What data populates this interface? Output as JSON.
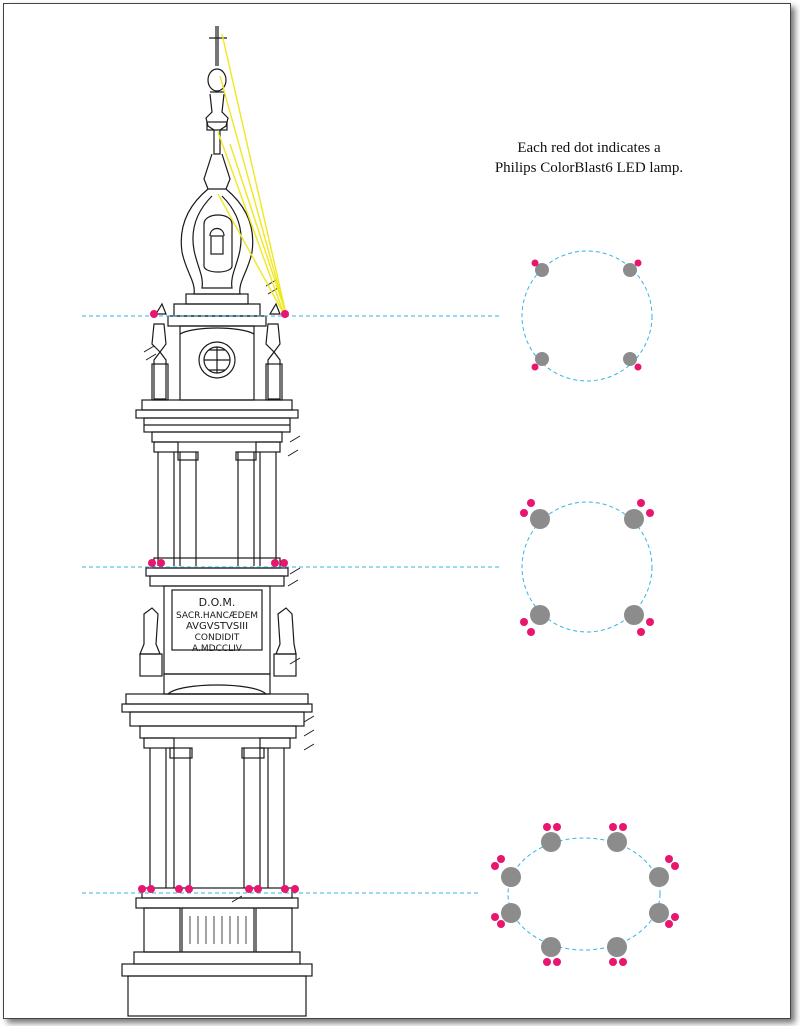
{
  "caption": {
    "line1": "Each red dot indicates a",
    "line2": "Philips ColorBlast6 LED lamp."
  },
  "inscription": [
    "D.O.M.",
    "SACR.HANCÆDEM",
    "AVGVSTVSIII",
    "CONDIDIT",
    "A.MDCCLIV"
  ],
  "colors": {
    "lamp_dot": "#e8166e",
    "column_marker": "#8c8c8c",
    "guide_line": "#33b5e5",
    "beam_line": "#f0e81e",
    "drawing": "#1a1a1a"
  },
  "levels": [
    {
      "name": "top",
      "columns": 4,
      "lamps_per_column": 1,
      "total_lamps": 4
    },
    {
      "name": "middle",
      "columns": 4,
      "lamps_per_column": 2,
      "total_lamps": 8
    },
    {
      "name": "bottom",
      "columns": 8,
      "lamps_per_column": 2,
      "total_lamps": 16
    }
  ]
}
